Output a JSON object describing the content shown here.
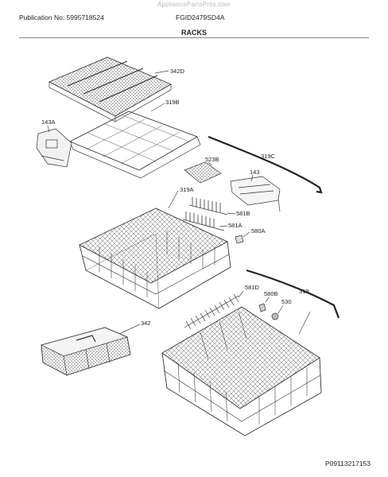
{
  "header": {
    "watermark": "AppliancePartsPros.com",
    "publication": "Publication No: 5995718524",
    "model": "FGID2479SD4A",
    "section_title": "RACKS"
  },
  "footer": {
    "image_code": "P09113217153"
  },
  "part_labels": {
    "p342D": "342D",
    "p319B": "319B",
    "p143A": "143A",
    "p319C": "319C",
    "p523B": "523B",
    "p143": "143",
    "p319A": "319A",
    "p581B": "581B",
    "p581A": "581A",
    "p580A": "580A",
    "p342": "342",
    "p581D": "581D",
    "p319": "319",
    "p580B": "580B",
    "p530": "530"
  }
}
